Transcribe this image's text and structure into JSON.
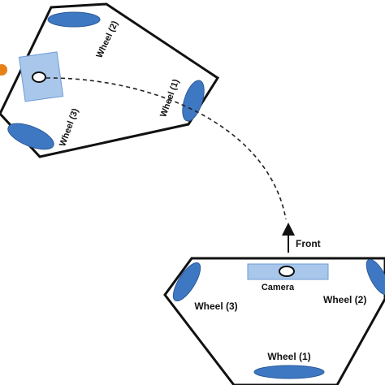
{
  "colors": {
    "wheel_fill": "#3e78c2",
    "wheel_stroke": "#2d5a99",
    "camera_fill": "#a9c7ea",
    "camera_stroke": "#6d9bd6",
    "outline": "#111111",
    "target": "#e8801a",
    "path": "#222222"
  },
  "rotated_robot": {
    "wheel_1_label": "Wheel (1)",
    "wheel_2_label": "Wheel (2)",
    "wheel_3_label": "Wheel (3)"
  },
  "front_robot": {
    "front_label": "Front",
    "camera_label": "Camera",
    "wheel_1_label": "Wheel (1)",
    "wheel_2_label": "Wheel (2)",
    "wheel_3_label": "Wheel (3)"
  }
}
